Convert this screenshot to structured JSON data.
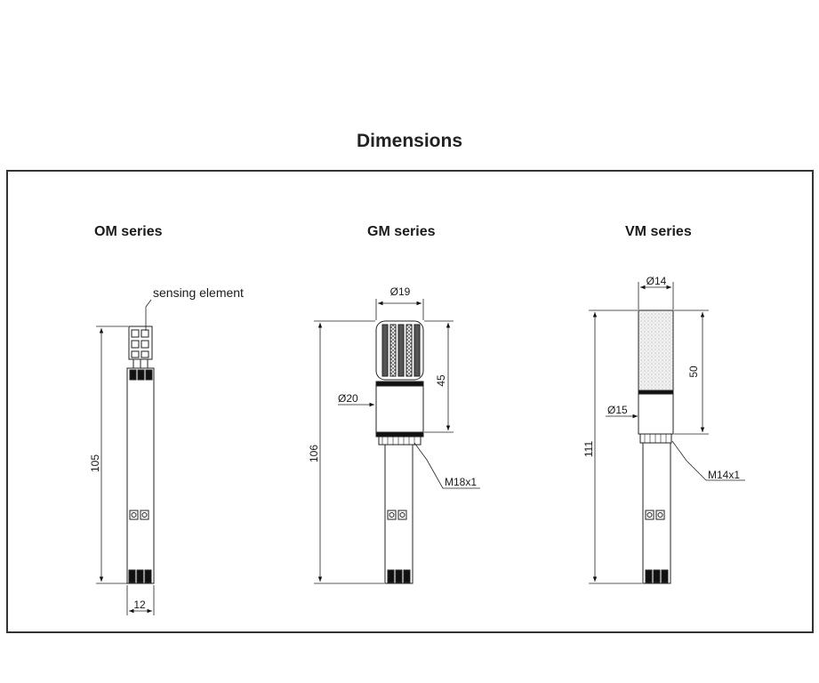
{
  "title": "Dimensions",
  "series": [
    {
      "name": "OM series",
      "annotation": "sensing element",
      "dims": {
        "length": "105",
        "width": "12"
      }
    },
    {
      "name": "GM series",
      "dims": {
        "head_diameter": "Ø19",
        "head_length": "45",
        "body_diameter": "Ø20",
        "length": "106",
        "thread": "M18x1"
      }
    },
    {
      "name": "VM series",
      "dims": {
        "head_diameter": "Ø14",
        "head_length": "50",
        "body_diameter": "Ø15",
        "length": "111",
        "thread": "M14x1"
      }
    }
  ]
}
